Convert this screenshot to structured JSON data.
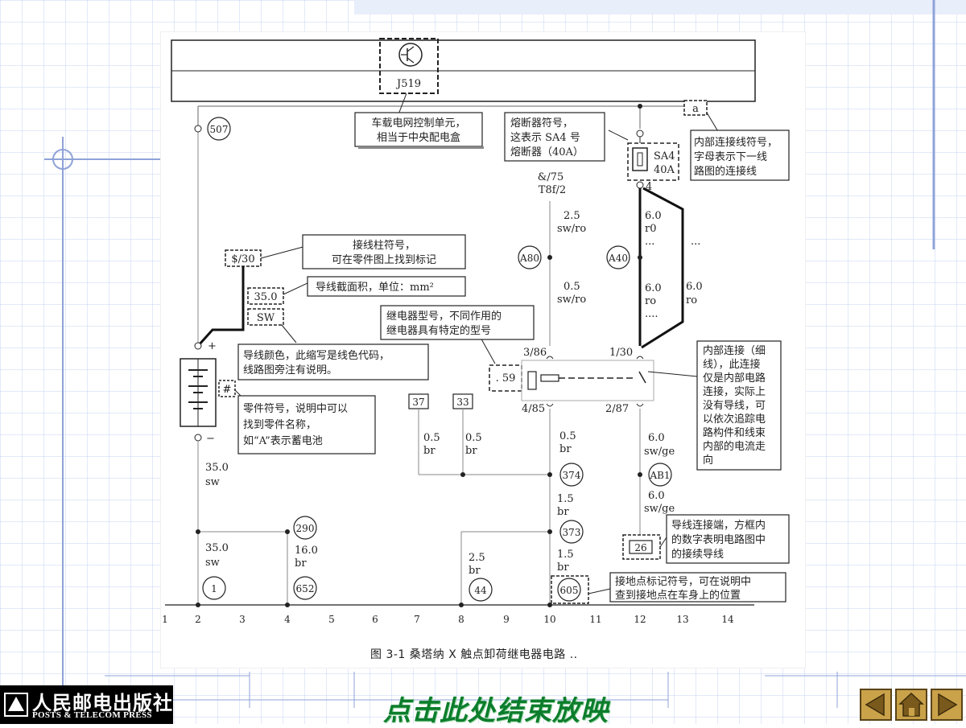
{
  "figure": {
    "module_label": "J519",
    "fuse_label": "SA4",
    "fuse_rating": "40A",
    "connector_a": "a",
    "terminal_530": "$/30",
    "terminal_75": "&/75",
    "terminal_t8f2": "T8f/2",
    "wire_35_0": "35.0",
    "wire_sw": "SW",
    "battery_plus": "+",
    "battery_minus": "−",
    "battery_hash": "#",
    "relay_code": ". 59",
    "relay_pin_386": "3/86",
    "relay_pin_485": "4/85",
    "relay_pin_130": "1/30",
    "relay_pin_287": "2/87",
    "fuse_out_pin": "4",
    "circles": {
      "c507": "507",
      "cA80": "A80",
      "cA40": "A40",
      "c374": "374",
      "c373": "373",
      "cAB1": "AB1",
      "c290": "290",
      "c652": "652",
      "c1": "1",
      "c44": "44",
      "c605": "605"
    },
    "boxes": {
      "b37": "37",
      "b33": "33",
      "b26": "26"
    },
    "wires": {
      "w1a": "2.5",
      "w1b": "sw/ro",
      "w2a": "0.5",
      "w2b": "sw/ro",
      "w3a": "6.0",
      "w3b": "r0",
      "w3c": "...",
      "w4a": "6.0",
      "w4b": "ro",
      "w4c": "....",
      "w5a": "6.0",
      "w5b": "ro",
      "w5c": "...",
      "w6a": "0.5",
      "w6b": "br",
      "w7a": "0.5",
      "w7b": "br",
      "w8a": "0.5",
      "w8b": "br",
      "w9a": "1.5",
      "w9b": "br",
      "w10a": "1.5",
      "w10b": "br",
      "w11a": "6.0",
      "w11b": "sw/ge",
      "w12a": "6.0",
      "w12b": "sw/ge",
      "w13a": "35.0",
      "w13b": "sw",
      "w14a": "35.0",
      "w14b": "sw",
      "w15a": "16.0",
      "w15b": "br",
      "w16a": "2.5",
      "w16b": "br"
    },
    "grid_numbers": [
      "1",
      "2",
      "3",
      "4",
      "5",
      "6",
      "7",
      "8",
      "9",
      "10",
      "11",
      "12",
      "13",
      "14"
    ],
    "callouts": {
      "module_l1": "车载电网控制单元，",
      "module_l2": "相当于中央配电盒",
      "fuse_l1": "熔断器符号，",
      "fuse_l2": "这表示 SA4 号",
      "fuse_l3": "熔断器（40A）",
      "conn_l1": "内部连接线符号，",
      "conn_l2": "字母表示下一线",
      "conn_l3": "路图的连接线",
      "term_l1": "接线柱符号，",
      "term_l2": "可在零件图上找到标记",
      "cross_l1": "导线截面积，单位：mm²",
      "relay_l1": "继电器型号，不同作用的",
      "relay_l2": "继电器具有特定的型号",
      "color_l1": "导线颜色，此缩写是线色代码，",
      "color_l2": "线路图旁注有说明。",
      "part_l1": "零件符号，说明中可以",
      "part_l2": "找到零件名称，",
      "part_l3": "如“A”表示蓄电池",
      "internal_l1": "内部连接（细",
      "internal_l2": "线），此连接",
      "internal_l3": "仅是内部电路",
      "internal_l4": "连接，实际上",
      "internal_l5": "没有导线，可",
      "internal_l6": "以依次追踪电",
      "internal_l7": "路构件和线束",
      "internal_l8": "内部的电流走",
      "internal_l9": "向",
      "plug_l1": "导线连接端，方框内",
      "plug_l2": "的数字表明电路图中",
      "plug_l3": "的接续导线",
      "ground_l1": "接地点标记符号，可在说明中",
      "ground_l2": "查到接地点在车身上的位置"
    }
  },
  "caption": "图 3-1    桑塔纳 X 触点卸荷继电器电路 ..",
  "publisher": {
    "name_cn": "人民邮电出版社",
    "name_en": "POSTS & TELECOM PRESS"
  },
  "end_show_label": "点击此处结束放映",
  "colors": {
    "grid": "#b9c8ec",
    "accent_green": "#0c7d2c",
    "nav_gold": "#c9a24a"
  }
}
